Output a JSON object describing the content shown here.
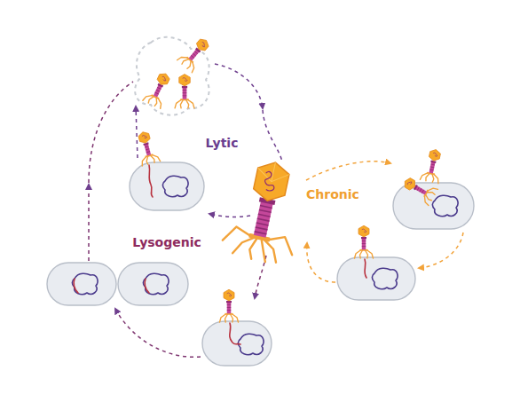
{
  "diagram": {
    "labels": [
      "Lytic",
      "Chronic",
      "Lysogenic"
    ]
  }
}
